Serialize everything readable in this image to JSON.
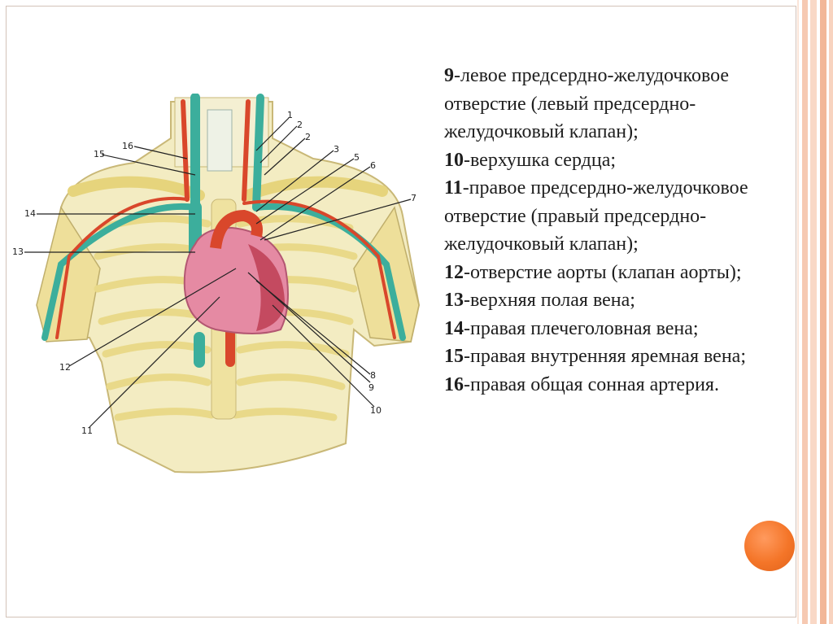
{
  "legend": [
    {
      "num": "9",
      "text": "-левое предсердно-желудочковое отверстие (левый предсердно-желудочковый клапан);"
    },
    {
      "num": "10",
      "text": "-верхушка сердца;"
    },
    {
      "num": "11",
      "text": "-правое предсердно-желудочковое отверстие (правый предсердно-желудочковый клапан);"
    },
    {
      "num": "12",
      "text": "-отверстие аорты (клапан аорты);"
    },
    {
      "num": "13",
      "text": "-верхняя полая вена;"
    },
    {
      "num": "14",
      "text": "-правая плечеголовная вена;"
    },
    {
      "num": "15",
      "text": "-правая внутренняя яремная вена;"
    },
    {
      "num": "16",
      "text": "-правая общая сонная артерия."
    }
  ],
  "diagram_labels": {
    "l1": "1",
    "l2a": "2",
    "l2b": "2",
    "l3": "3",
    "l5": "5",
    "l6": "6",
    "l7": "7",
    "l8": "8",
    "l9": "9",
    "l10": "10",
    "l11": "11",
    "l12": "12",
    "l13": "13",
    "l14": "14",
    "l15": "15",
    "l16": "16"
  },
  "colors": {
    "accent_orb": "#f47528",
    "stripe": "#f2b798",
    "bone": "#f1e6a6",
    "artery": "#d9472b",
    "vein": "#3cae9c",
    "heart": "#e58aa3"
  }
}
